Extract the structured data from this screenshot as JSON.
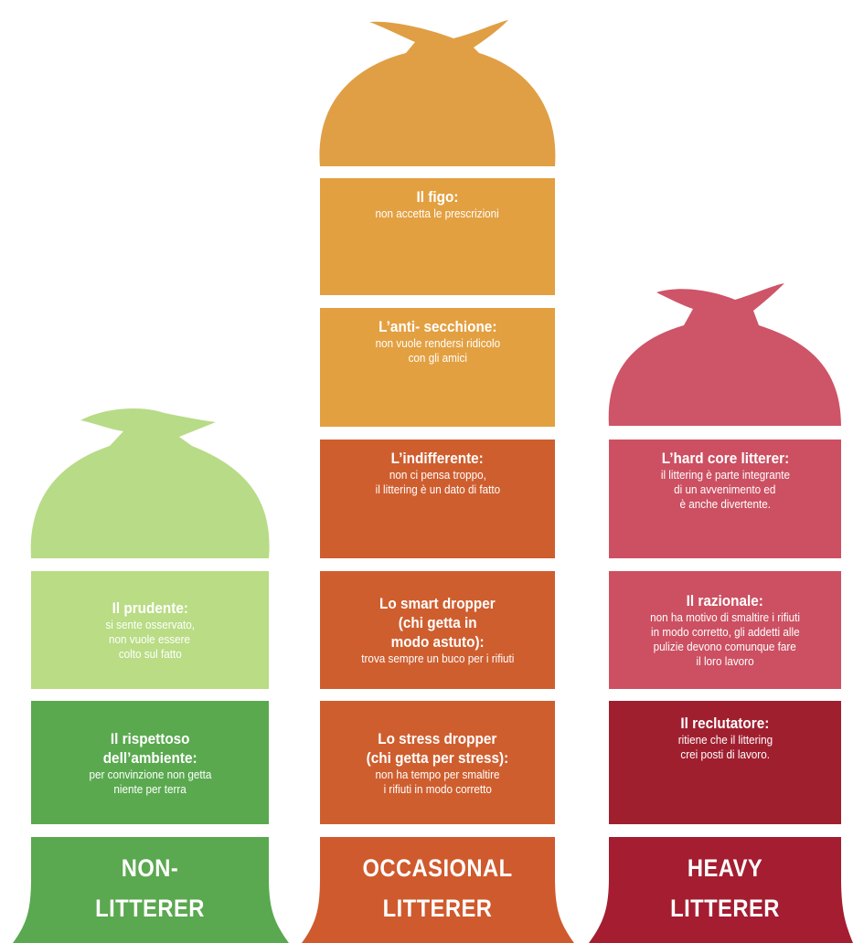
{
  "colors": {
    "non_top": "#b8db87",
    "non_light": "#b9dc85",
    "non_mid": "#5aa94f",
    "non_base": "#5aa84f",
    "occ_top": "#e09f45",
    "occ_light": "#e3a041",
    "occ_mid": "#cf5e2f",
    "occ_base": "#cf5a2d",
    "heavy_top": "#ce5468",
    "heavy_light": "#cc5062",
    "heavy_mid": "#a01f2f",
    "heavy_base": "#a41d30"
  },
  "columns": {
    "non": {
      "segments": [
        {
          "title": "Il prudente:",
          "lines": [
            "si sente osservato,",
            "non vuole essere",
            "colto sul fatto"
          ]
        },
        {
          "title_lines": [
            "Il rispettoso",
            "dell’ambiente:"
          ],
          "lines": [
            "per convinzione non getta",
            "niente per terra"
          ]
        }
      ],
      "label_lines": [
        "NON-",
        "LITTERER"
      ]
    },
    "occasional": {
      "segments": [
        {
          "title": "Il figo:",
          "lines": [
            "non accetta le prescrizioni"
          ]
        },
        {
          "title": "L’anti- secchione:",
          "lines": [
            "non vuole rendersi ridicolo",
            "con gli amici"
          ]
        },
        {
          "title": "L’indifferente:",
          "lines": [
            "non ci pensa troppo,",
            "il littering è un dato di fatto"
          ]
        },
        {
          "title_lines": [
            "Lo smart dropper",
            "(chi getta in",
            "modo astuto):"
          ],
          "lines": [
            "trova sempre un buco per i rifiuti"
          ]
        },
        {
          "title_lines": [
            "Lo stress dropper",
            "(chi getta per stress):"
          ],
          "lines": [
            "non ha tempo per smaltire",
            "i rifiuti in modo corretto"
          ]
        }
      ],
      "label_lines": [
        "OCCASIONAL",
        "LITTERER"
      ]
    },
    "heavy": {
      "segments": [
        {
          "title": "L’hard core litterer:",
          "lines": [
            "il littering è parte integrante",
            "di un avvenimento ed",
            "è anche divertente."
          ]
        },
        {
          "title": "Il razionale:",
          "lines": [
            "non ha motivo di smaltire i rifiuti",
            "in modo corretto, gli addetti alle",
            "pulizie devono comunque fare",
            "il loro lavoro"
          ]
        },
        {
          "title": "Il reclutatore:",
          "lines": [
            "ritiene che il littering",
            "crei posti di lavoro."
          ]
        }
      ],
      "label_lines": [
        "HEAVY",
        "LITTERER"
      ]
    }
  }
}
